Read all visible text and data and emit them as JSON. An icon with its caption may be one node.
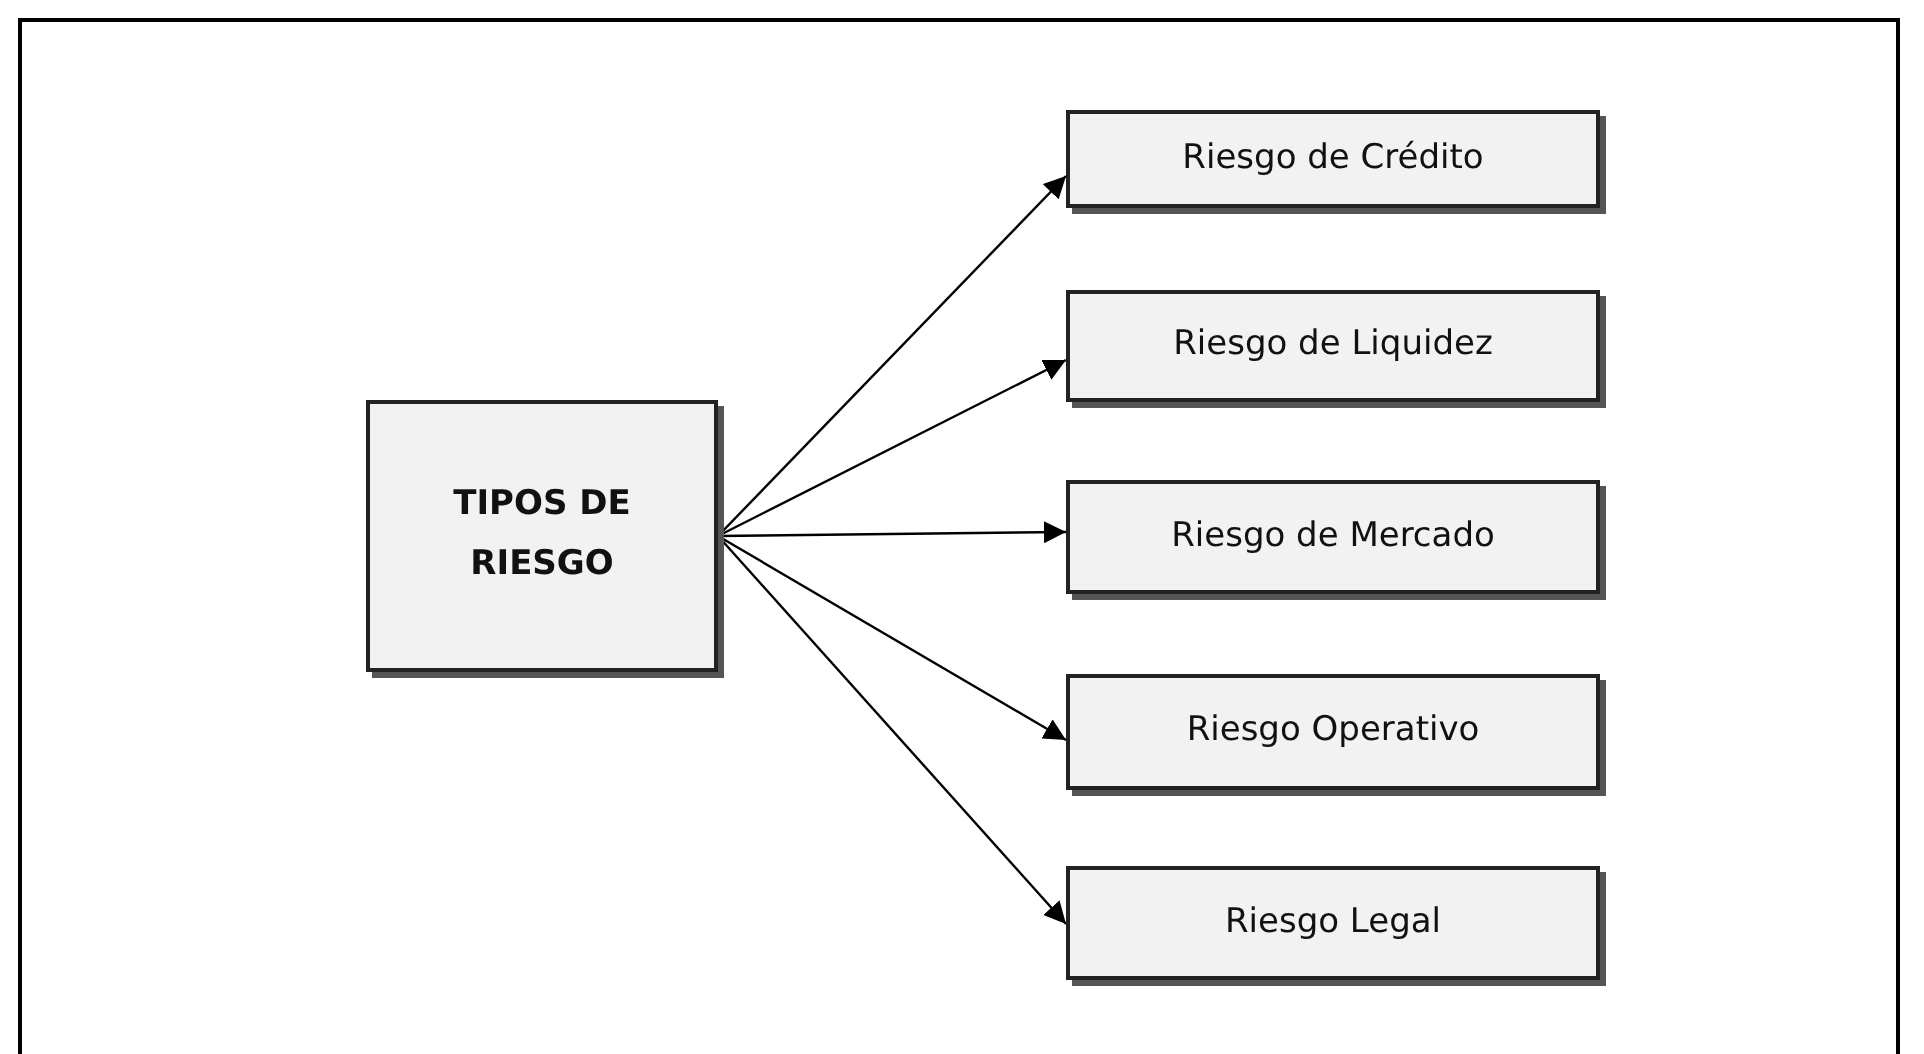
{
  "diagram": {
    "nodes": [
      {
        "text": [
          "TIPOS DE RIESGO"
        ]
      },
      {
        "text": [
          "Riesgo de Crédito"
        ]
      },
      {
        "text": [
          "Riesgo de Liquidez"
        ]
      },
      {
        "text": [
          "Riesgo de Mercado"
        ]
      },
      {
        "text": [
          "Riesgo Operativo"
        ]
      },
      {
        "text": [
          "Riesgo Legal"
        ]
      }
    ],
    "edges": [
      {
        "from": 0,
        "to": 1,
        "arrow": "to"
      },
      {
        "from": 0,
        "to": 2,
        "arrow": "to"
      },
      {
        "from": 0,
        "to": 3,
        "arrow": "to"
      },
      {
        "from": 0,
        "to": 4,
        "arrow": "to"
      },
      {
        "from": 0,
        "to": 5,
        "arrow": "to"
      }
    ]
  }
}
